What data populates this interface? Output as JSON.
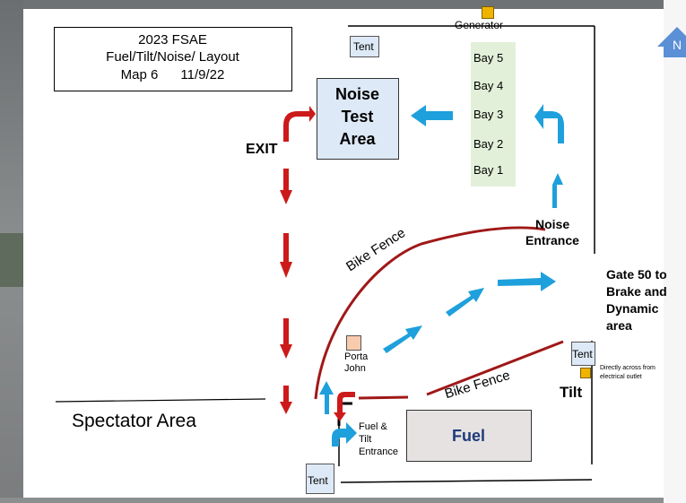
{
  "title": {
    "line1": "2023 FSAE",
    "line2": "Fuel/Tilt/Noise/ Layout",
    "line3": "Map 6      11/9/22"
  },
  "labels": {
    "generator": "Generator",
    "tent_top": "Tent",
    "tent_right": "Tent",
    "tent_bottom": "Tent",
    "noise_area": [
      "Noise",
      "Test",
      "Area"
    ],
    "bays": [
      "Bay 5",
      "Bay 4",
      "Bay 3",
      "Bay 2",
      "Bay 1"
    ],
    "exit": "EXIT",
    "noise_entrance": [
      "Noise",
      "Entrance"
    ],
    "gate": [
      "Gate 50 to",
      "Brake and",
      "Dynamic",
      "area"
    ],
    "bike_fence_upper": "Bike Fence",
    "bike_fence_lower": "Bike Fence",
    "porta_john": [
      "Porta",
      "John"
    ],
    "outlet_note": [
      "Directly across from",
      "electrical outlet"
    ],
    "tilt": "Tilt",
    "spectator": "Spectator Area",
    "fuel_entrance": [
      "Fuel &",
      "Tilt",
      "Entrance"
    ],
    "fuel": "Fuel",
    "north": "N"
  },
  "colors": {
    "blue_arrow": "#1ea0dc",
    "red_arrow": "#cc1a1a",
    "fence": "#a01818",
    "noise_fill": "#dde9f6",
    "bay_fill": "#e2f0d9",
    "fuel_fill": "#e6e2e2",
    "generator": "#f0b400",
    "porta_john": "#f8cbad",
    "north_arrow": "#5b8fd6"
  }
}
